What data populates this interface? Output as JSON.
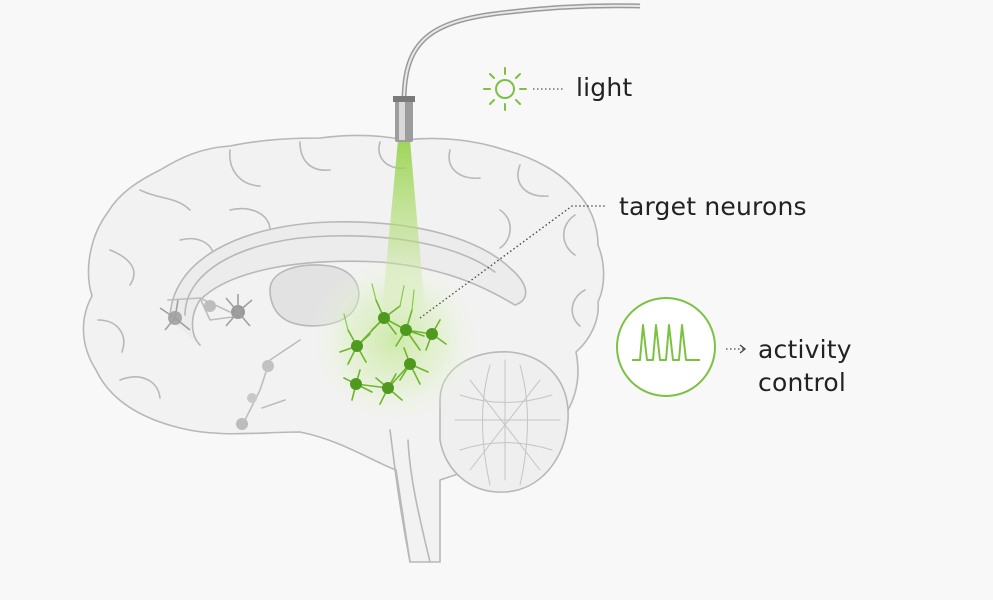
{
  "labels": {
    "light": "light",
    "target_neurons": "target neurons",
    "activity_line1": "activity",
    "activity_line2": "control"
  },
  "colors": {
    "green": "#7cc242",
    "dark_green": "#4f9a1e",
    "outline": "#b5b5b5",
    "background": "#f8f8f8"
  },
  "icons": {
    "light": "sun-icon",
    "activity": "spike-train-icon",
    "arrow": "dotted-arrow-icon"
  }
}
